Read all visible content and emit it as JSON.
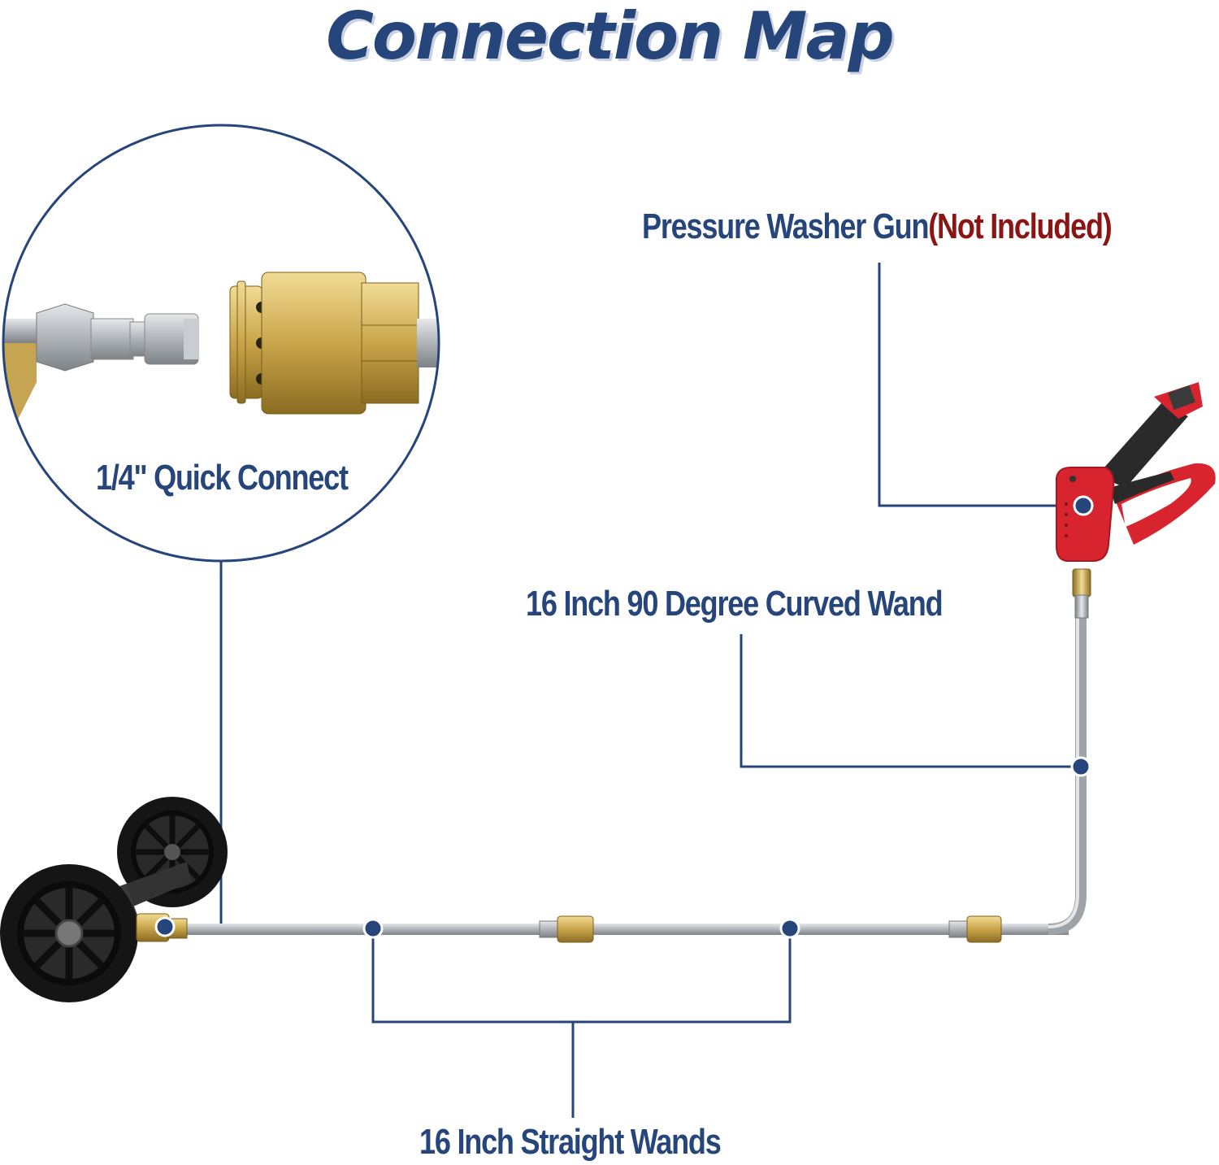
{
  "title": "Connection Map",
  "labels": {
    "quick_connect": "1/4\" Quick Connect",
    "gun": "Pressure Washer Gun",
    "gun_note": "(Not Included)",
    "curved_wand": "16 Inch 90 Degree Curved Wand",
    "straight_wands": "16 Inch Straight Wands"
  },
  "colors": {
    "navy": "#26457a",
    "accent_red": "#8b1414",
    "gun_red": "#d8242e",
    "brass": "#c9a54a",
    "steel": "#b9bdc2"
  }
}
